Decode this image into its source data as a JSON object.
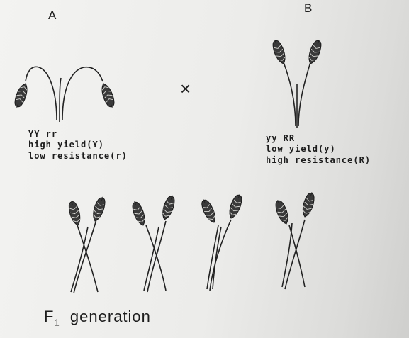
{
  "parents": {
    "a": {
      "label": "A",
      "genotype": "YY rr",
      "trait1": "high yield(Y)",
      "trait2": "low resistance(r)"
    },
    "b": {
      "label": "B",
      "genotype": "yy RR",
      "trait1": "low yield(y)",
      "trait2": "high resistance(R)"
    }
  },
  "cross_symbol": "×",
  "offspring": {
    "label_main": "F",
    "label_sub": "1",
    "label_rest": "generation"
  }
}
